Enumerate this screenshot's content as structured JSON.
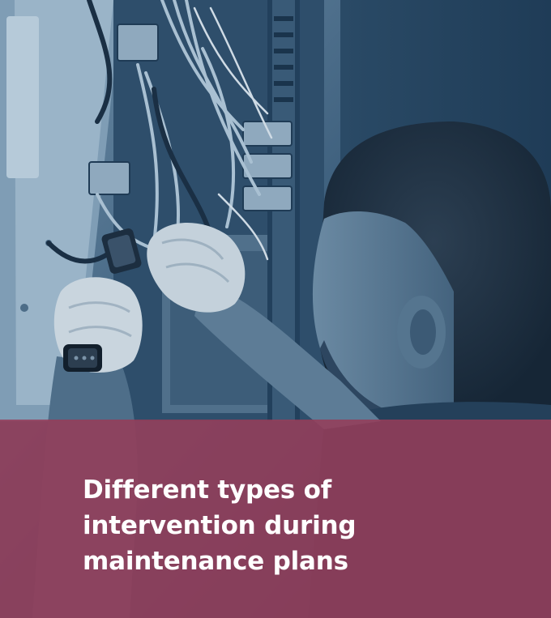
{
  "banner": {
    "headline_lines": [
      "Different types of",
      "intervention during",
      "maintenance plans"
    ]
  },
  "colors": {
    "duotone_blue": "#1b3a55",
    "overlay_mauve": "#963c58",
    "text": "#ffffff"
  }
}
